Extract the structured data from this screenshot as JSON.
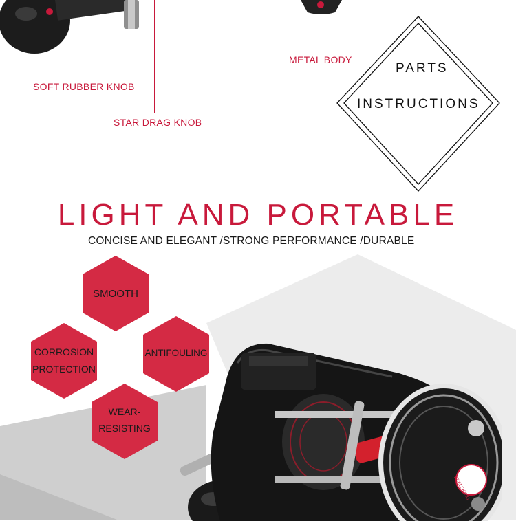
{
  "callouts": {
    "soft_rubber_knob": "SOFT RUBBER KNOB",
    "star_drag_knob": "STAR DRAG KNOB",
    "metal_body": "METAL BODY"
  },
  "badge": {
    "line1": "PARTS",
    "line2": "INSTRUCTIONS"
  },
  "headline": "LIGHT AND PORTABLE",
  "subheadline": "CONCISE AND ELEGANT /STRONG PERFORMANCE /DURABLE",
  "features": [
    {
      "line1": "SMOOTH",
      "line2": ""
    },
    {
      "line1": "CORROSION",
      "line2": "PROTECTION"
    },
    {
      "line1": "ANTIFOULING",
      "line2": ""
    },
    {
      "line1": "WEAR-",
      "line2": "RESISTING"
    }
  ],
  "reel_brand": "REELSKING",
  "colors": {
    "accent": "#c8193b",
    "hex_fill": "#d42a44",
    "text": "#1a1a1a"
  }
}
